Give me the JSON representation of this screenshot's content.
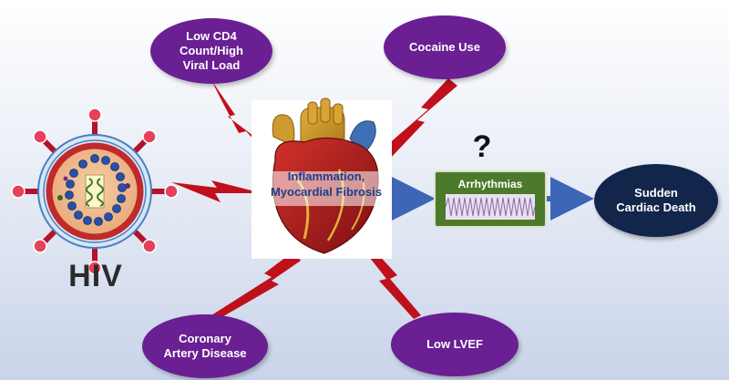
{
  "nodes": {
    "low_cd4": "Low CD4\nCount/High\nViral Load",
    "cocaine": "Cocaine Use",
    "cad": "Coronary\nArtery Disease",
    "lvef": "Low LVEF",
    "center": "Inflammation,\nMyocardial Fibrosis",
    "arrhythmias": "Arrhythmias",
    "question": "?",
    "scd": "Sudden\nCardiac Death",
    "hiv": "HIV"
  },
  "colors": {
    "purple": "#6a1f93",
    "navy": "#12254a",
    "green": "#4d7a2a",
    "bolt_red": "#c0101b",
    "arrow_blue": "#3e66b6"
  }
}
